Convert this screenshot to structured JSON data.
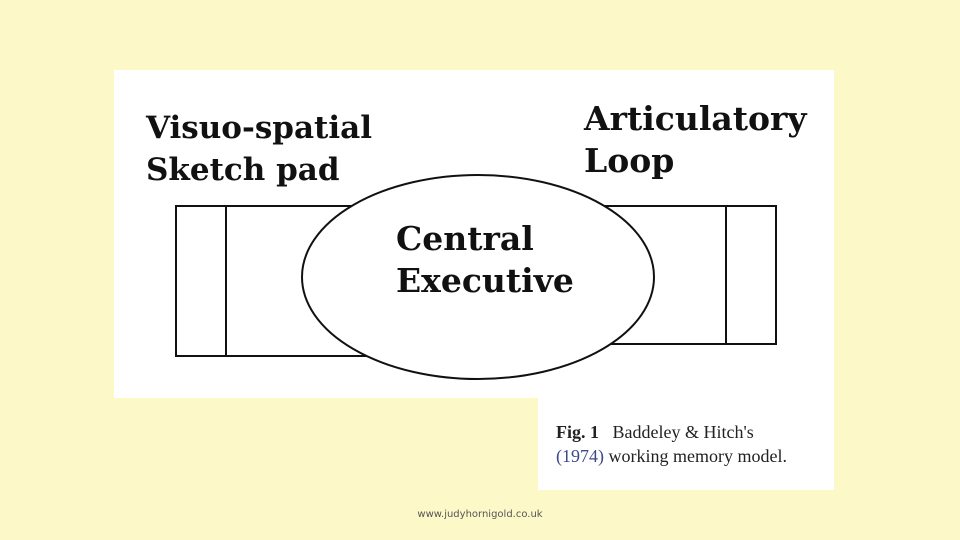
{
  "diagram": {
    "visuo_spatial": {
      "line1": "Visuo-spatial",
      "line2": "Sketch pad"
    },
    "articulatory": {
      "line1": "Articulatory",
      "line2": "Loop"
    },
    "central": {
      "line1": "Central",
      "line2": "Executive"
    }
  },
  "caption": {
    "fig_label": "Fig. 1",
    "line1_rest": "Baddeley & Hitch's",
    "year": "(1974)",
    "line2_rest": "working memory model."
  },
  "footer": {
    "url": "www.judyhornigold.co.uk"
  }
}
